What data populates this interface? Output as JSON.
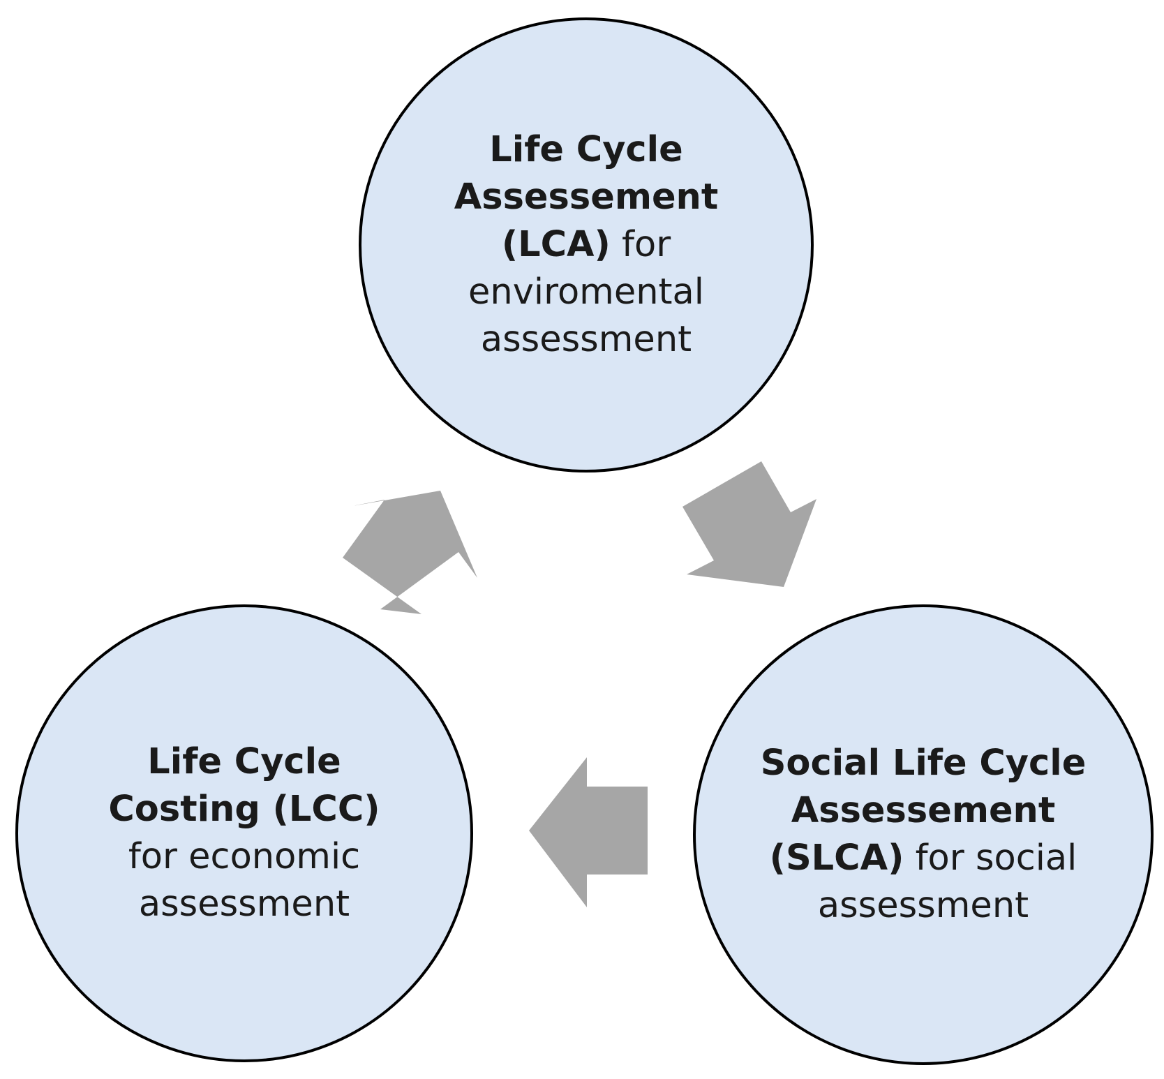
{
  "nodes": {
    "lca": {
      "bold": "Life Cycle Assessement (LCA)",
      "rest": " for enviromental assessment"
    },
    "lcc": {
      "bold": "Life Cycle Costing (LCC)",
      "rest": " for economic assessment"
    },
    "slca": {
      "bold": "Social Life Cycle Assessement (SLCA)",
      "rest": " for social assessment"
    }
  },
  "colors": {
    "circle_fill": "#dae6f5",
    "circle_border": "#000000",
    "arrow_fill": "#a6a6a6"
  },
  "cycle_order": [
    "lca",
    "slca",
    "lcc"
  ]
}
